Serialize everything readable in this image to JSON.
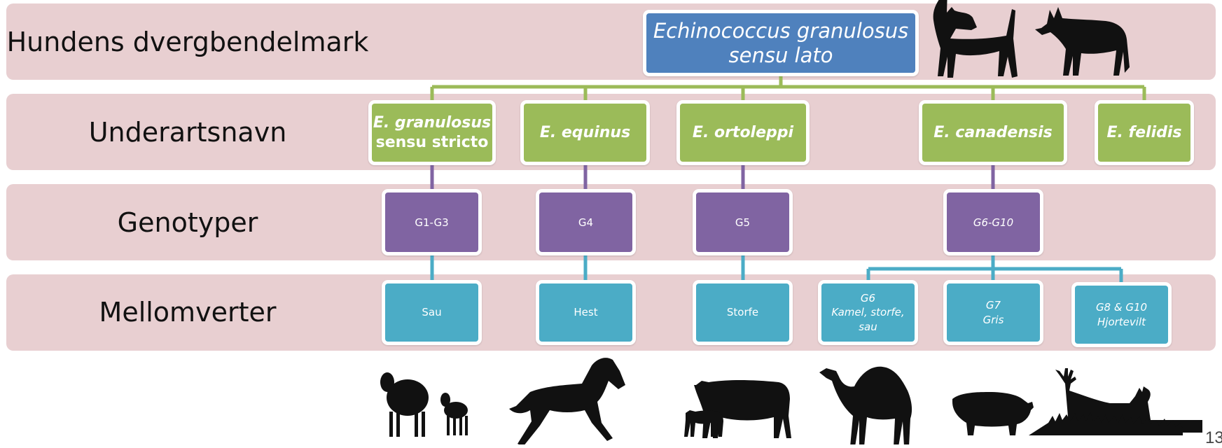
{
  "rows": {
    "species_label": "Hundens dvergbendelmark",
    "subspecies_label": "Underartsnavn",
    "genotypes_label": "Genotyper",
    "hosts_label": "Mellomverter"
  },
  "root": {
    "line1": "Echinococcus granulosus",
    "line2": "sensu lato"
  },
  "subspecies": [
    {
      "name": "E. granulosus",
      "extra": "sensu stricto"
    },
    {
      "name": "E. equinus"
    },
    {
      "name": "E. ortoleppi"
    },
    {
      "name": "E. canadensis"
    },
    {
      "name": "E. felidis"
    }
  ],
  "genotypes": [
    "G1-G3",
    "G4",
    "G5",
    "G6-G10"
  ],
  "hosts": [
    {
      "line1": "Sau"
    },
    {
      "line1": "Hest"
    },
    {
      "line1": "Storfe"
    },
    {
      "line1": "G6",
      "line2": "Kamel, storfe,",
      "line3": "sau"
    },
    {
      "line1": "G7",
      "line2": "Gris"
    },
    {
      "line1": "G8 & G10",
      "line2": "Hjortevilt"
    }
  ],
  "definitive_host_icons": [
    "dog-icon",
    "wolf-icon"
  ],
  "intermediate_host_icons": [
    "sheep-icon",
    "horse-icon",
    "cattle-icon",
    "camel-icon",
    "pig-icon",
    "deer-icon"
  ],
  "colors": {
    "band": "#e8cfd1",
    "root": "#4f81bd",
    "subspecies": "#9bbb59",
    "genotype": "#8064a2",
    "host": "#4bacc6"
  },
  "page_number": "13"
}
